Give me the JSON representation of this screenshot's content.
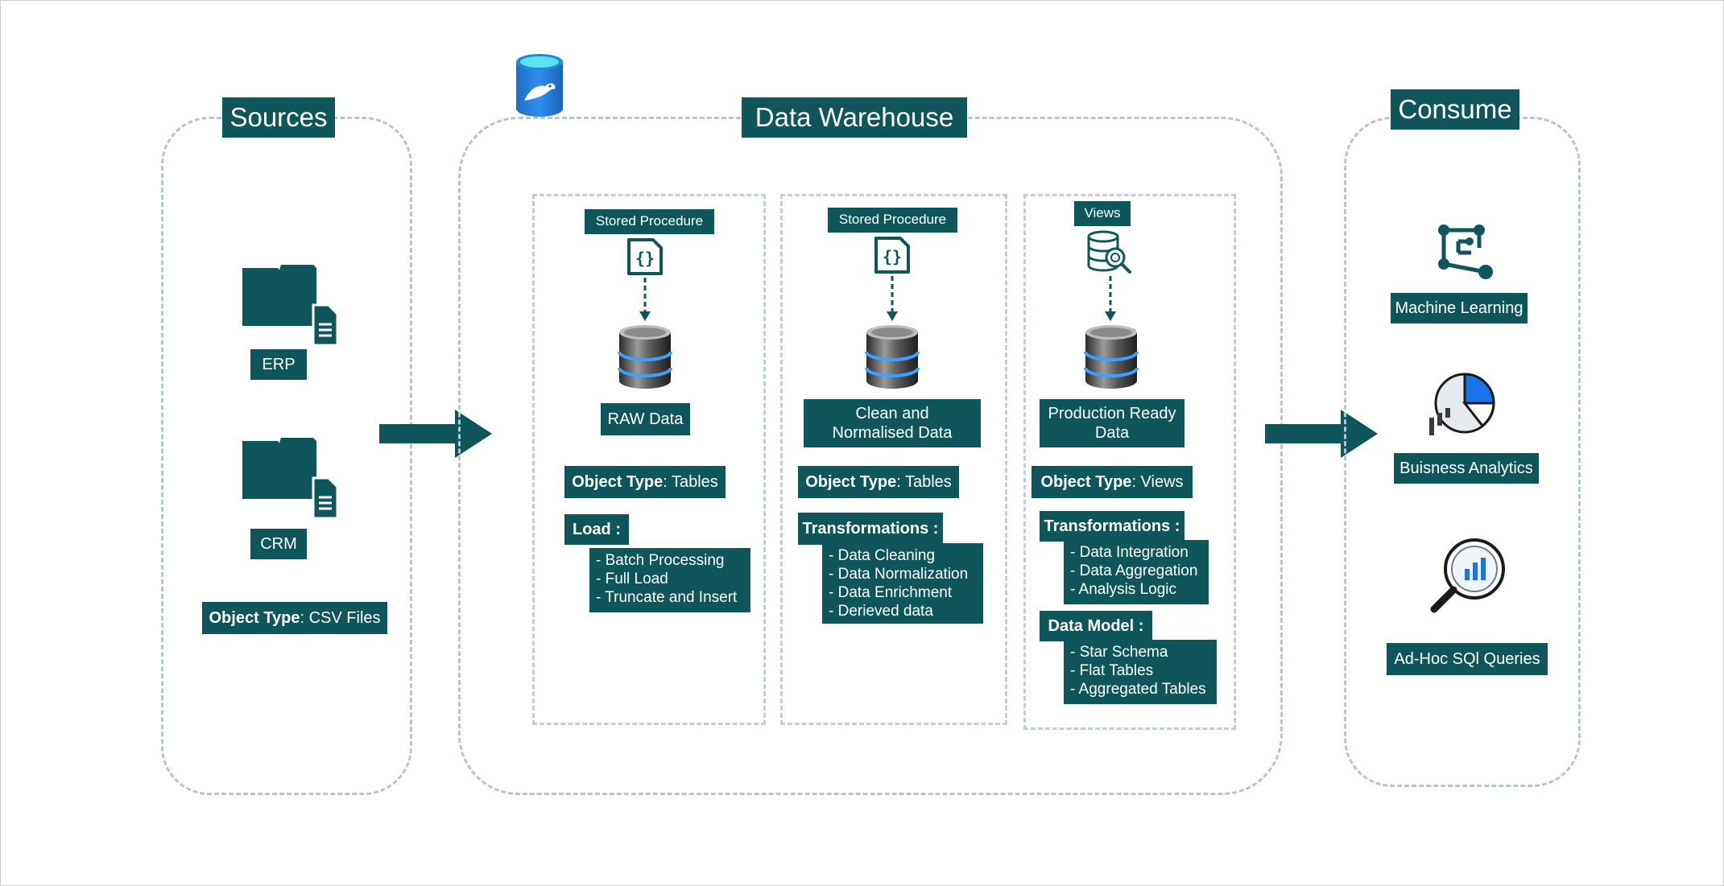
{
  "colors": {
    "box": "#0e5659",
    "dash": "#b7c6d4",
    "accent_blue": "#1a73e8"
  },
  "sources": {
    "title": "Sources",
    "erp_label": "ERP",
    "crm_label": "CRM",
    "object_type_key": "Object Type",
    "object_type_value": " : CSV Files"
  },
  "warehouse": {
    "title": "Data Warehouse",
    "logo_icon": "mariadb-seal-database-icon",
    "layers": [
      {
        "tool_label": "Stored Procedure",
        "tool_icon": "code-file-icon",
        "db_label": "RAW Data",
        "object_type_key": "Object Type",
        "object_type_value": " : Tables",
        "sections": [
          {
            "title": "Load :",
            "items": [
              "- Batch Processing",
              "- Full Load",
              "- Truncate and Insert"
            ]
          }
        ]
      },
      {
        "tool_label": "Stored Procedure",
        "tool_icon": "code-file-icon",
        "db_label": "Clean and Normalised Data",
        "object_type_key": "Object Type",
        "object_type_value": " : Tables",
        "sections": [
          {
            "title": "Transformations :",
            "items": [
              "- Data Cleaning",
              "- Data Normalization",
              "- Data Enrichment",
              "- Derieved data"
            ]
          }
        ]
      },
      {
        "tool_label": "Views",
        "tool_icon": "database-search-icon",
        "db_label": "Production Ready Data",
        "object_type_key": "Object Type",
        "object_type_value": " : Views",
        "sections": [
          {
            "title": "Transformations :",
            "items": [
              "- Data Integration",
              "- Data Aggregation",
              "- Analysis Logic"
            ]
          },
          {
            "title": "Data Model :",
            "items": [
              "- Star Schema",
              "- Flat Tables",
              "- Aggregated Tables"
            ]
          }
        ]
      }
    ]
  },
  "consume": {
    "title": "Consume",
    "items": [
      {
        "label": "Machine Learning",
        "icon": "machine-learning-icon"
      },
      {
        "label": "Buisness Analytics",
        "icon": "pie-chart-icon"
      },
      {
        "label": "Ad-Hoc SQl Queries",
        "icon": "magnifier-chart-icon"
      }
    ]
  }
}
